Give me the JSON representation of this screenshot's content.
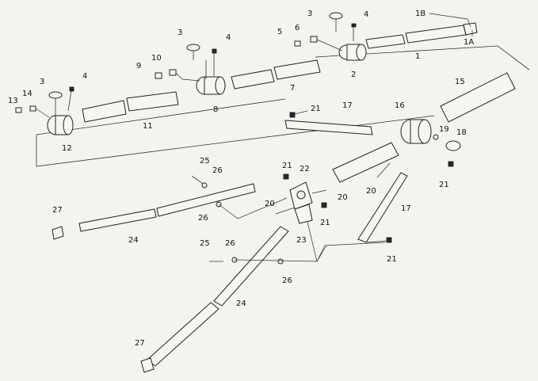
{
  "callouts": {
    "l1B": "1B",
    "l1": "1",
    "l1A": "1A",
    "l3a": "3",
    "l4a": "4",
    "l5": "5",
    "l6": "6",
    "l2": "2",
    "l3b": "3",
    "l4b": "4",
    "l7": "7",
    "l8": "8",
    "l9": "9",
    "l10": "10",
    "l3c": "3",
    "l4c": "4",
    "l13": "13",
    "l14": "14",
    "l11": "11",
    "l12": "12",
    "l15": "15",
    "l16": "16",
    "l17a": "17",
    "l21a": "21",
    "l19": "19",
    "l18": "18",
    "l21b": "21",
    "l20a": "20",
    "l17b": "17",
    "l25a": "25",
    "l26a": "26",
    "l26b": "26",
    "l27a": "27",
    "l24a": "24",
    "l21c": "21",
    "l22": "22",
    "l20b": "20",
    "l20c": "20",
    "l21d": "21",
    "l23": "23",
    "l25b": "25",
    "l26c": "26",
    "l26d": "26",
    "l24b": "24",
    "l27b": "27",
    "l21e": "21"
  }
}
